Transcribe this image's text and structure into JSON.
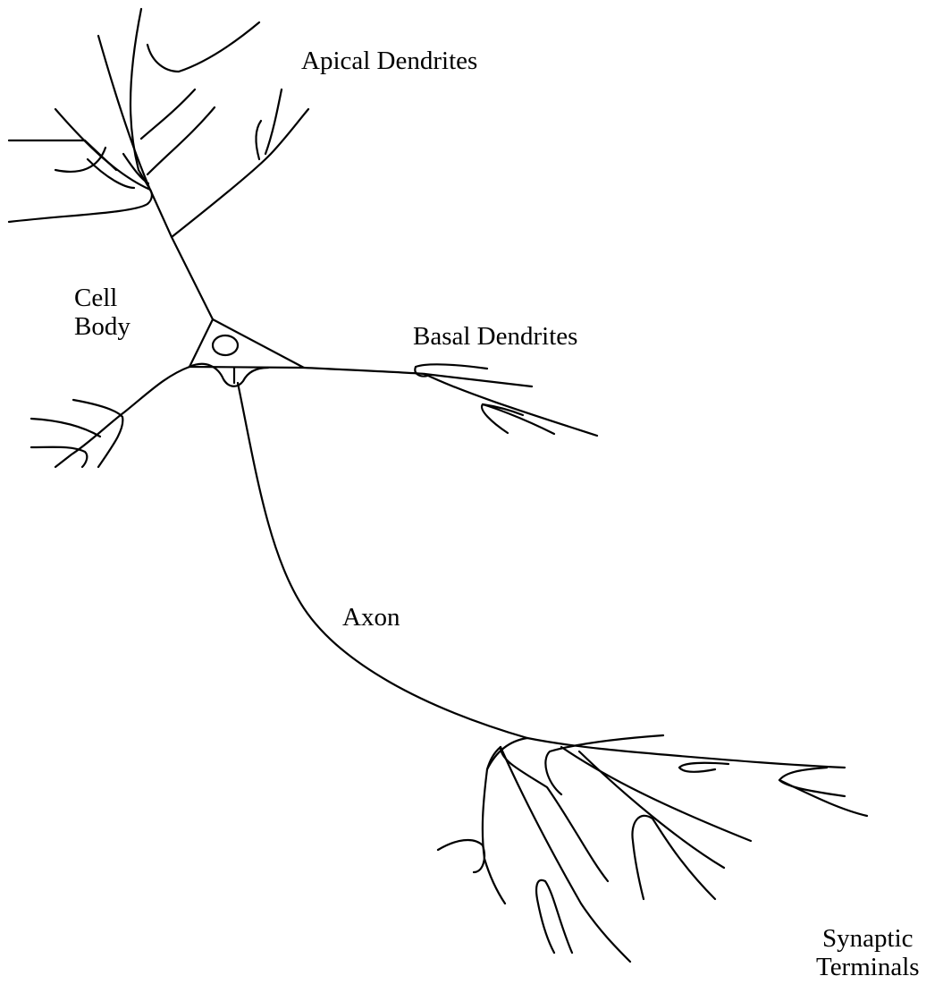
{
  "diagram": {
    "type": "neuron-illustration",
    "labels": {
      "apical_dendrites": "Apical Dendrites",
      "cell_body_line1": "Cell",
      "cell_body_line2": "Body",
      "basal_dendrites": "Basal Dendrites",
      "axon": "Axon",
      "synaptic_line1": "Synaptic",
      "synaptic_line2": "Terminals"
    },
    "colors": {
      "stroke": "#000000",
      "background": "#ffffff"
    }
  }
}
